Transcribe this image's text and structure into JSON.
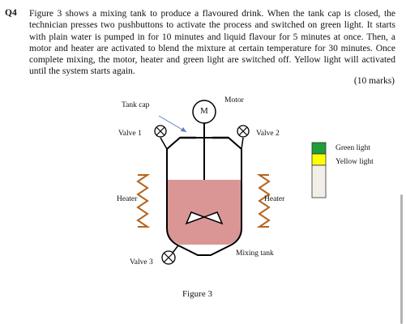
{
  "question": {
    "number": "Q4",
    "text": "Figure 3 shows a mixing tank to produce a flavoured drink. When the tank cap is closed, the technician presses two pushbuttons to activate the process and switched on green light. It starts with plain water is pumped in for 10 minutes and liquid flavour for 5 minutes at once. Then, a motor and heater are activated to blend the mixture at certain temperature for 30 minutes. Once complete mixing, the motor, heater and green light are switched off. Yellow light will activated until the system starts again.",
    "marks": "(10 marks)"
  },
  "figure": {
    "caption": "Figure 3",
    "labels": {
      "tank_cap": "Tank cap",
      "motor": "Motor",
      "motor_symbol": "M",
      "valve1": "Valve 1",
      "valve2": "Valve 2",
      "valve3": "Valve 3",
      "heater_left": "Heater",
      "heater_right": "Heater",
      "mixing_tank": "Mixing tank",
      "green_light": "Green light",
      "yellow_light": "Yellow light"
    },
    "colors": {
      "liquid": "#d99694",
      "green_light": "#1f9c3c",
      "yellow_light": "#ffff00",
      "heater": "#b5651d",
      "arrow": "#5b7fb8"
    }
  }
}
